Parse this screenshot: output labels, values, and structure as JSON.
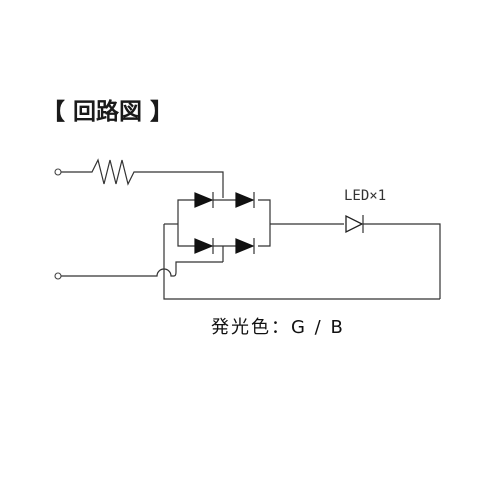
{
  "diagram": {
    "title": "【 回路図 】",
    "led_label": "LED×1",
    "caption": "発光色：G / B"
  }
}
